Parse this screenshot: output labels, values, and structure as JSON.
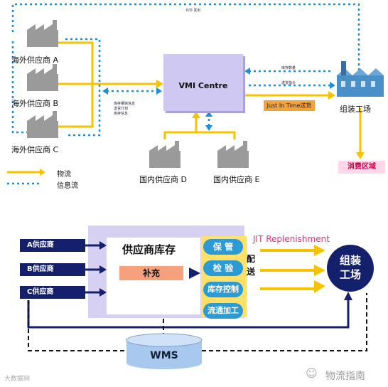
{
  "top": {
    "po_label": "P/O 发出",
    "suppliers_overseas": [
      "海外供应商 A",
      "海外供应商 B",
      "海外供应商 C"
    ],
    "suppliers_domestic": [
      "国内供应商 D",
      "国内供应商 E"
    ],
    "vmi_label": "VMI Centre",
    "assembly_label": "组装工场",
    "consume_label": "消费区域",
    "jit_label": "Just In Time送货",
    "info_left": [
      "库存量缺信息",
      "送货计划",
      "库存信息"
    ],
    "info_right_top": "库存数量",
    "info_right_bottom": "送货指令",
    "legend": {
      "material_flow": "物流",
      "info_flow": "信息流"
    },
    "colors": {
      "material": "#f5c300",
      "info": "#1e8fd6"
    }
  },
  "bottom": {
    "suppliers": [
      "A供应商",
      "B供应商",
      "C供应商"
    ],
    "inventory_title": "供应商库存",
    "supplement": "补充",
    "services": [
      "保 管",
      "检 验",
      "库存控制",
      "流通加工"
    ],
    "delivery": "配送",
    "jit_replenishment": "JIT Replenishment",
    "assembly": [
      "组装",
      "工场"
    ],
    "wms": "WMS",
    "colors": {
      "navy": "#14206b",
      "pill": "#2c9ad3",
      "panel": "#d6d0f3",
      "yellow": "#ffe16a",
      "jit_text": "#e0307a"
    }
  },
  "watermark": {
    "left": "大数据网",
    "right": "物流指南"
  }
}
